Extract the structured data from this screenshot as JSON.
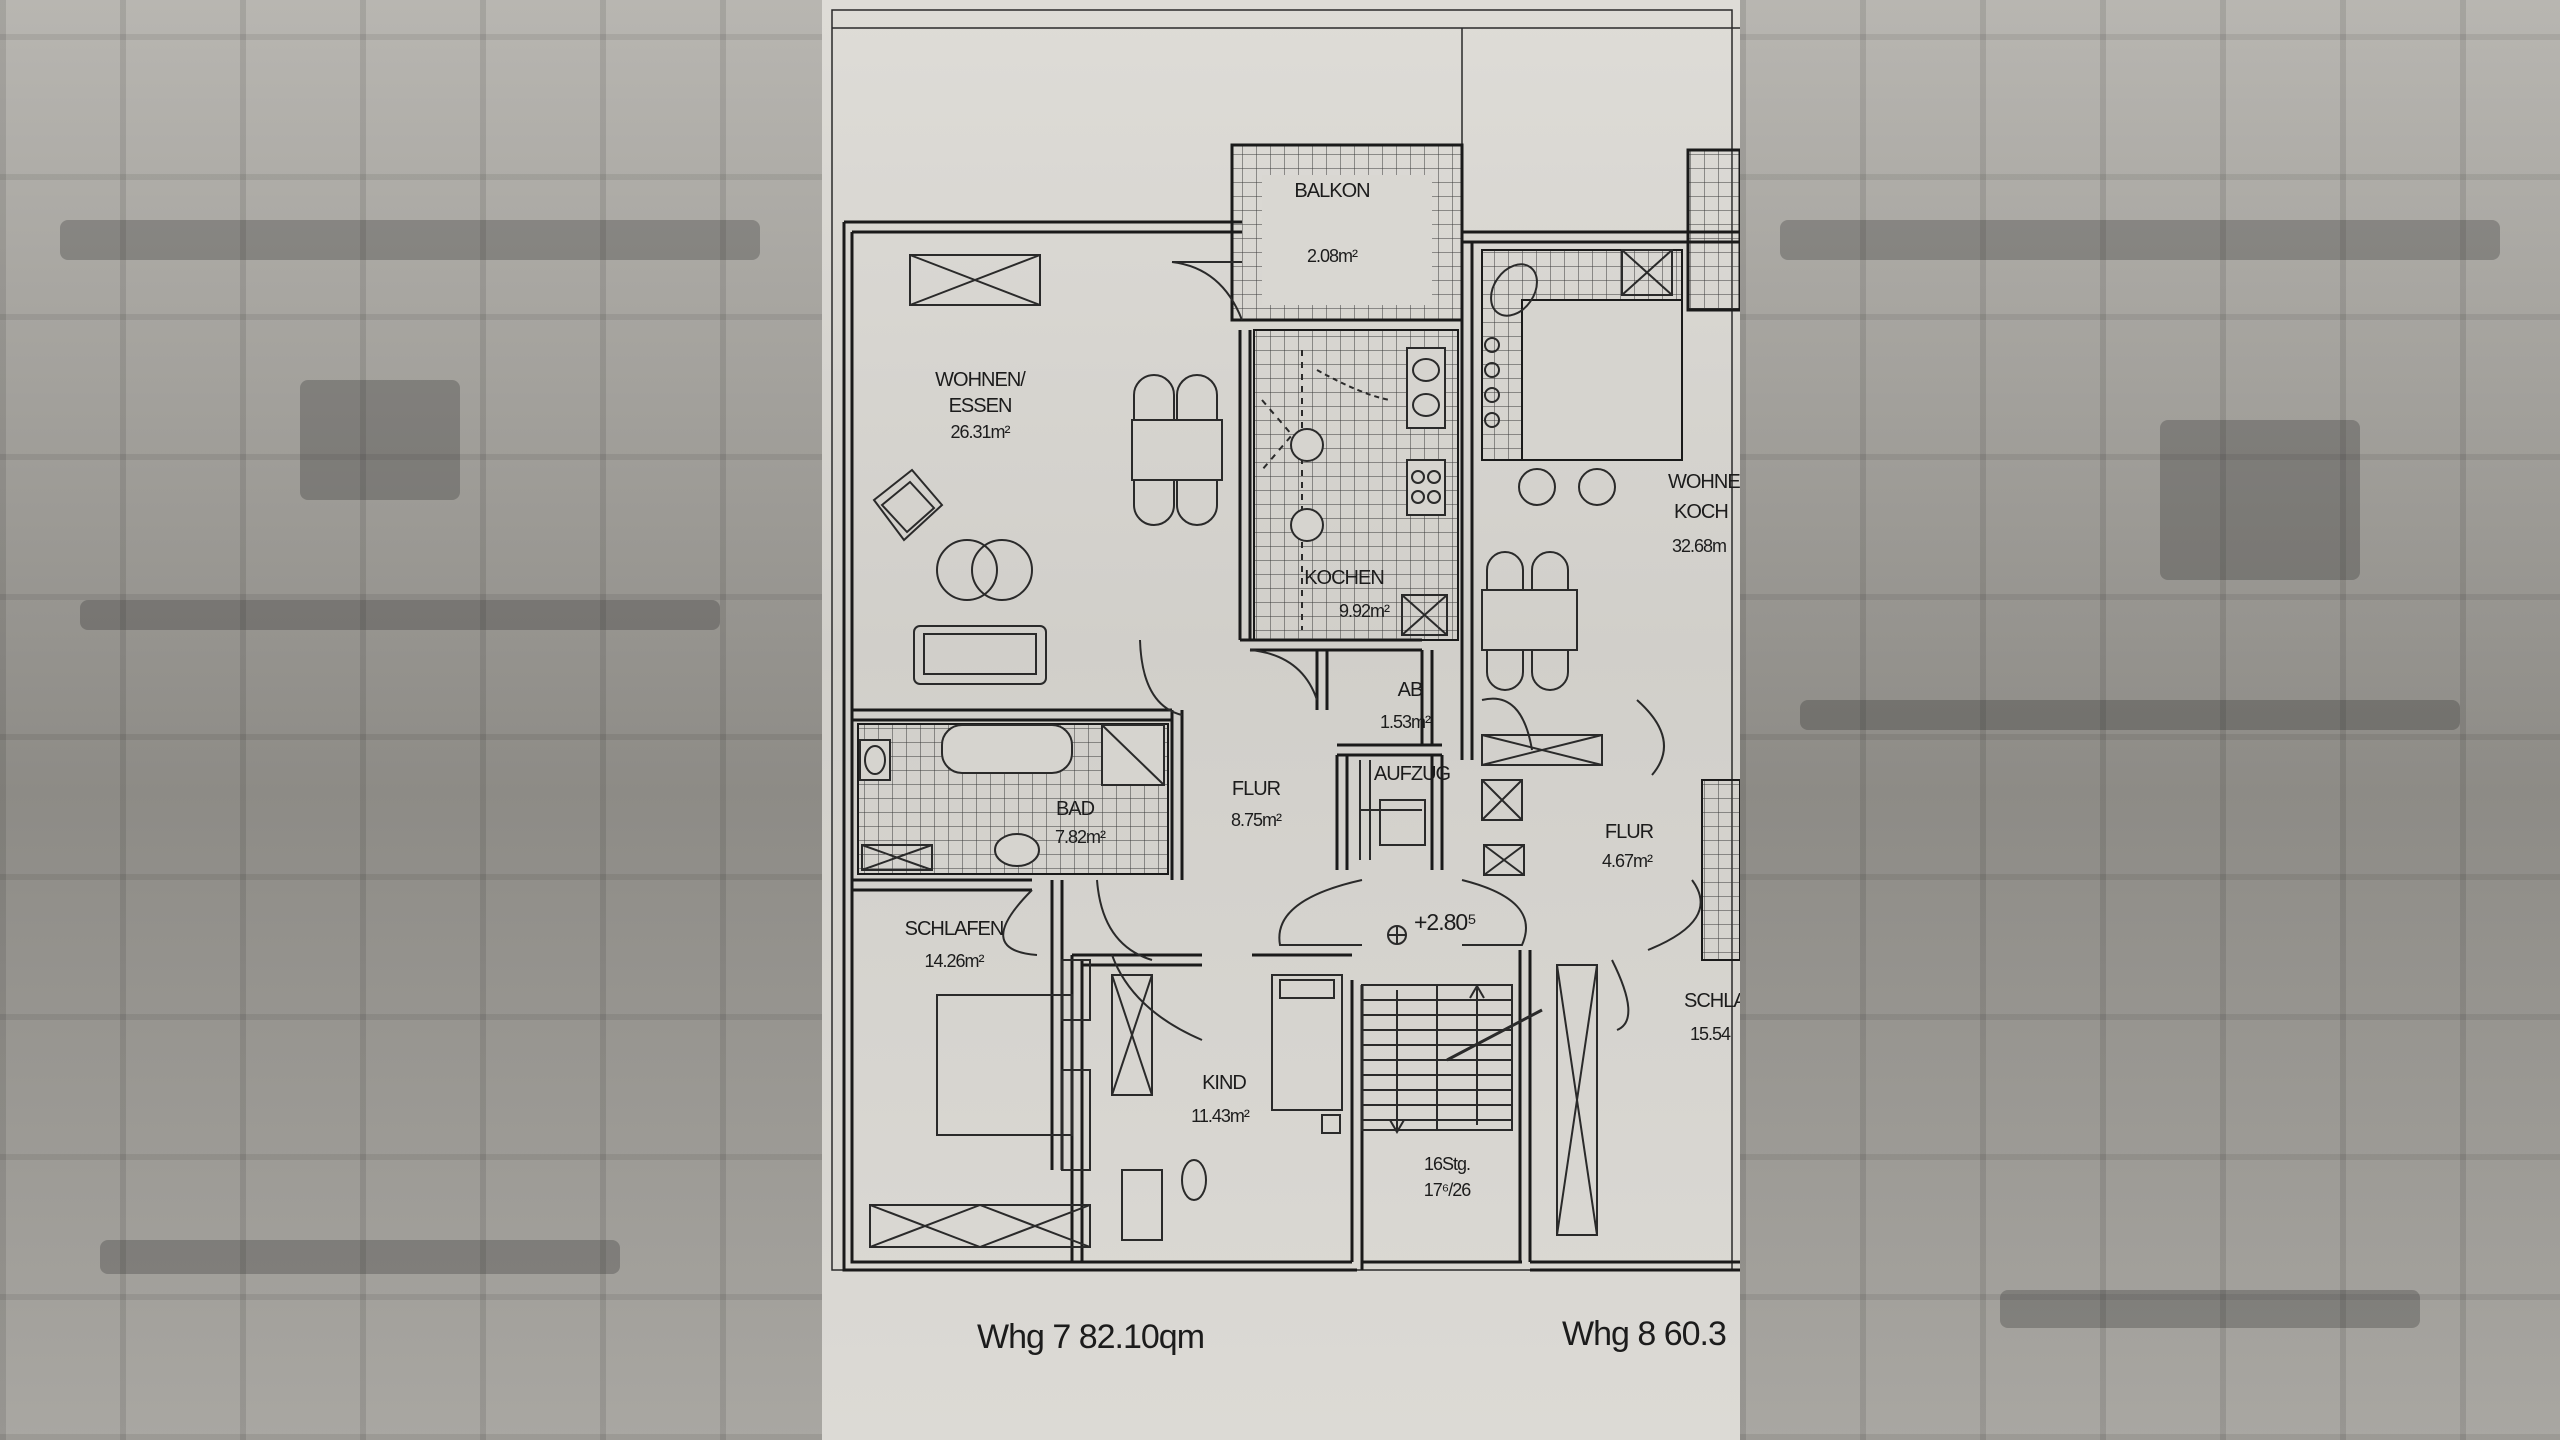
{
  "plan": {
    "rooms": {
      "balkon": {
        "name": "BALKON",
        "area": "2.08m²"
      },
      "wohnen": {
        "name_line1": "WOHNEN/",
        "name_line2": "ESSEN",
        "area": "26.31m²"
      },
      "kochen": {
        "name": "KOCHEN",
        "area": "9.92m²"
      },
      "ab": {
        "name": "AB",
        "area": "1.53m²"
      },
      "aufzug": {
        "name": "AUFZUG"
      },
      "flur_left": {
        "name": "FLUR",
        "area": "8.75m²"
      },
      "bad": {
        "name": "BAD",
        "area": "7.82m²"
      },
      "schlafen": {
        "name": "SCHLAFEN",
        "area": "14.26m²"
      },
      "kind": {
        "name": "KIND",
        "area": "11.43m²"
      },
      "flur_right": {
        "name": "FLUR",
        "area": "4.67m²"
      },
      "wohnen_right": {
        "name_line1": "WOHNE",
        "name_line2": "KOCH",
        "area": "32.68m"
      },
      "schla_right": {
        "name": "SCHLA",
        "area": "15.54"
      }
    },
    "level_mark": "+2.80⁵",
    "stairs": {
      "line1": "16Stg.",
      "line2": "17⁶/26"
    },
    "captions": {
      "unit7": "Whg 7 82.10qm",
      "unit8": "Whg 8 60.3"
    }
  },
  "colors": {
    "background": "#3d3d3d",
    "paper": "#dedcd7",
    "ink": "#1a1a1a"
  }
}
